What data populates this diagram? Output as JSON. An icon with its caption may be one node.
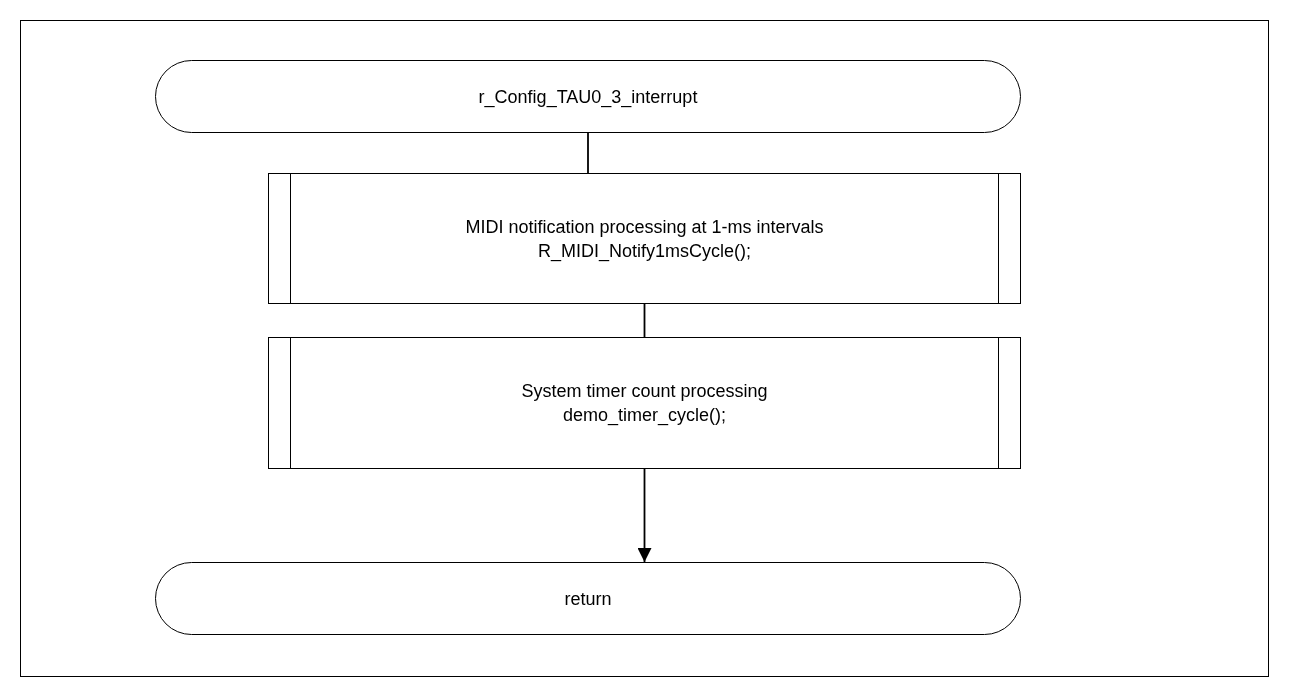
{
  "diagram": {
    "nodes": [
      {
        "text": [
          "r_Config_TAU0_3_interrupt"
        ]
      },
      {
        "text": [
          "MIDI notification processing at 1-ms intervals",
          "R_MIDI_Notify1msCycle();"
        ]
      },
      {
        "text": [
          "System timer count processing",
          "demo_timer_cycle();"
        ]
      },
      {
        "text": [
          "return"
        ]
      }
    ],
    "edges": [
      {
        "from": 0,
        "to": 1,
        "arrow": "none"
      },
      {
        "from": 1,
        "to": 2,
        "arrow": "none"
      },
      {
        "from": 2,
        "to": 3,
        "arrow": "to"
      }
    ]
  }
}
